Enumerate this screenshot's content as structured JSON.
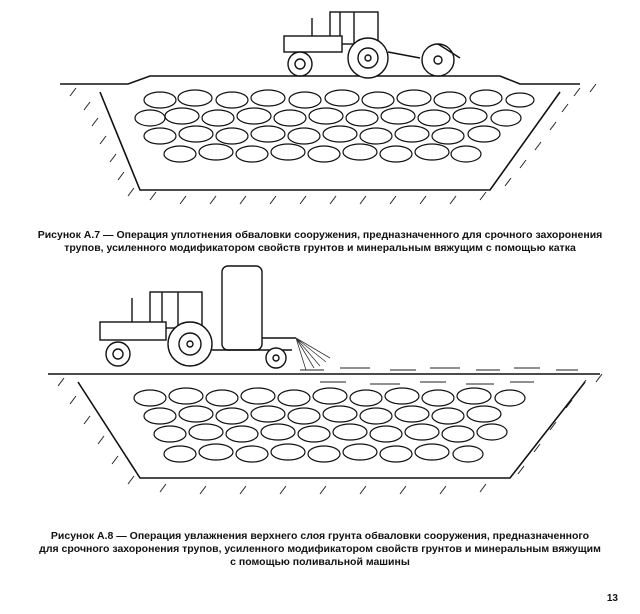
{
  "figure_a7": {
    "caption_line1": "Рисунок А.7 — Операция уплотнения обваловки сооружения, предназначенного для срочного захоронения",
    "caption_line2": "трупов, усиленного модификатором свойств грунтов и минеральным вяжущим с помощью катка"
  },
  "figure_a8": {
    "caption_line1": "Рисунок А.8 — Операция увлажнения верхнего слоя грунта обваловки сооружения, предназначенного",
    "caption_line2": "для срочного захоронения трупов, усиленного модификатором свойств грунтов и минеральным вяжущим",
    "caption_line3": "с помощью поливальной машины"
  },
  "page_number": "13"
}
